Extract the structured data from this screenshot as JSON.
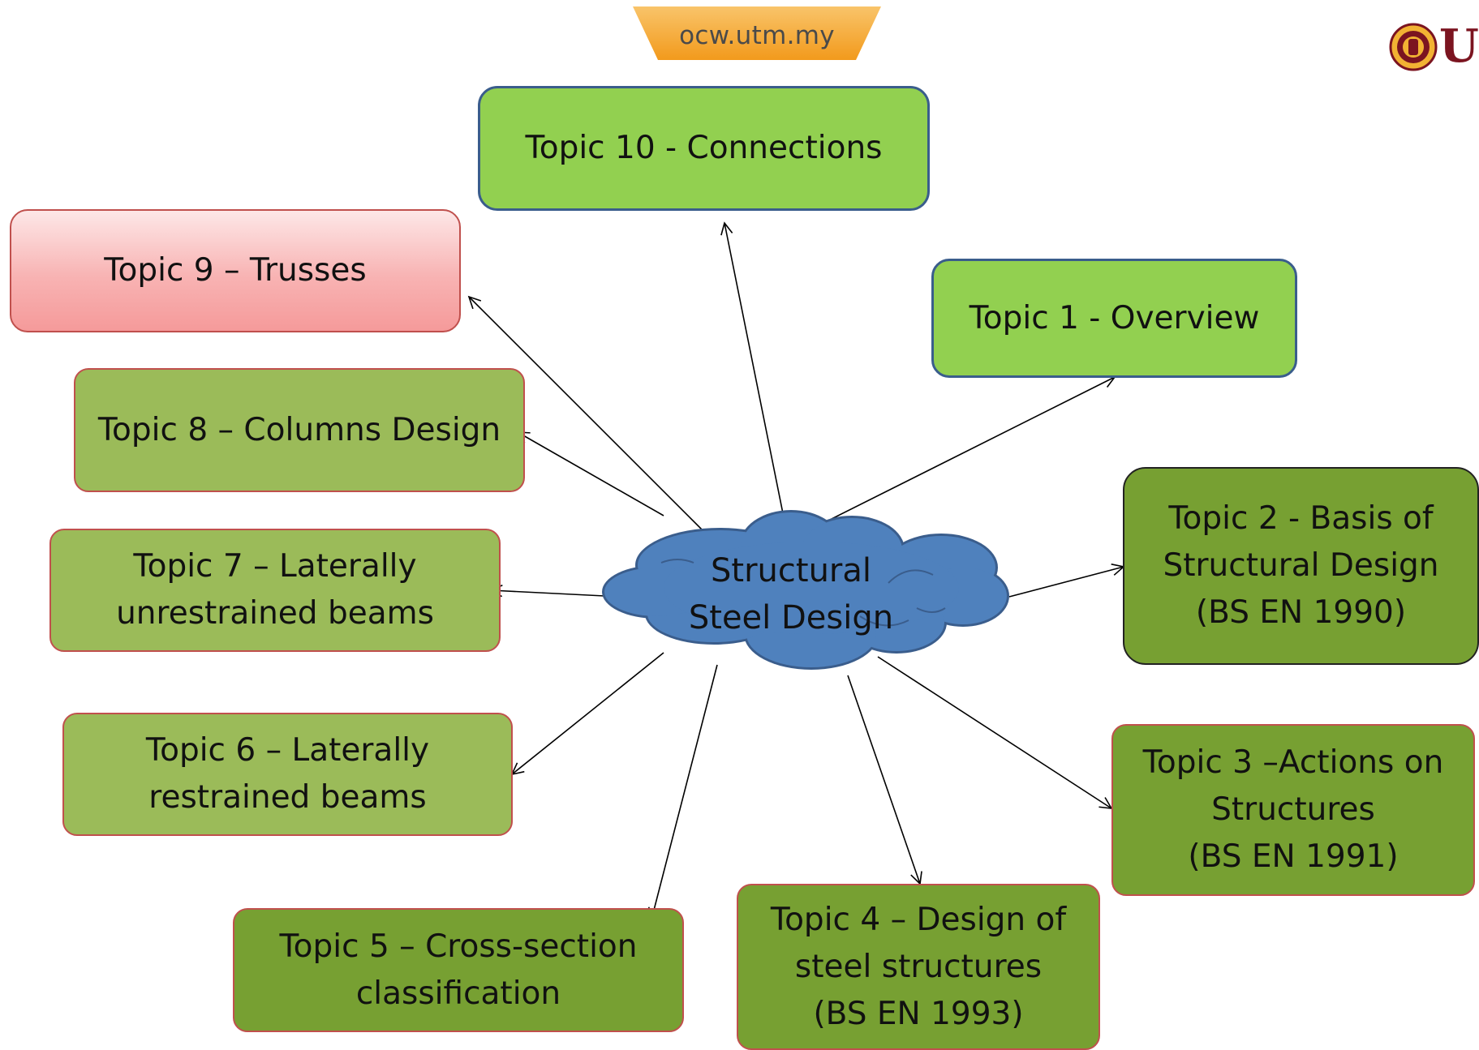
{
  "header": {
    "site": "ocw.utm.my",
    "logo_letter": "U"
  },
  "center": {
    "label": "Structural\nSteel Design"
  },
  "topics": {
    "t10": "Topic 10 - Connections",
    "t9": "Topic 9 – Trusses",
    "t1": "Topic 1 - Overview",
    "t8": "Topic 8 – Columns Design",
    "t2": "Topic 2 - Basis of\nStructural Design\n(BS EN 1990)",
    "t7": "Topic 7 – Laterally\nunrestrained beams",
    "t6": "Topic 6 – Laterally\nrestrained beams",
    "t3": "Topic 3 –Actions on\nStructures\n(BS EN 1991)",
    "t5": "Topic 5 – Cross-section\nclassification",
    "t4": "Topic 4 – Design of\nsteel structures\n(BS EN 1993)"
  },
  "colors": {
    "bright_green": "#92d050",
    "pink": "#f8b3b3",
    "olive": "#9bbb59",
    "dark_green": "#77a032",
    "cloud": "#4f81bd",
    "banner": "#f5a830",
    "logo": "#7b1420"
  },
  "icons": {
    "logo": "utm-crest-icon",
    "cloud": "cloud-shape",
    "connector": "arrow"
  }
}
